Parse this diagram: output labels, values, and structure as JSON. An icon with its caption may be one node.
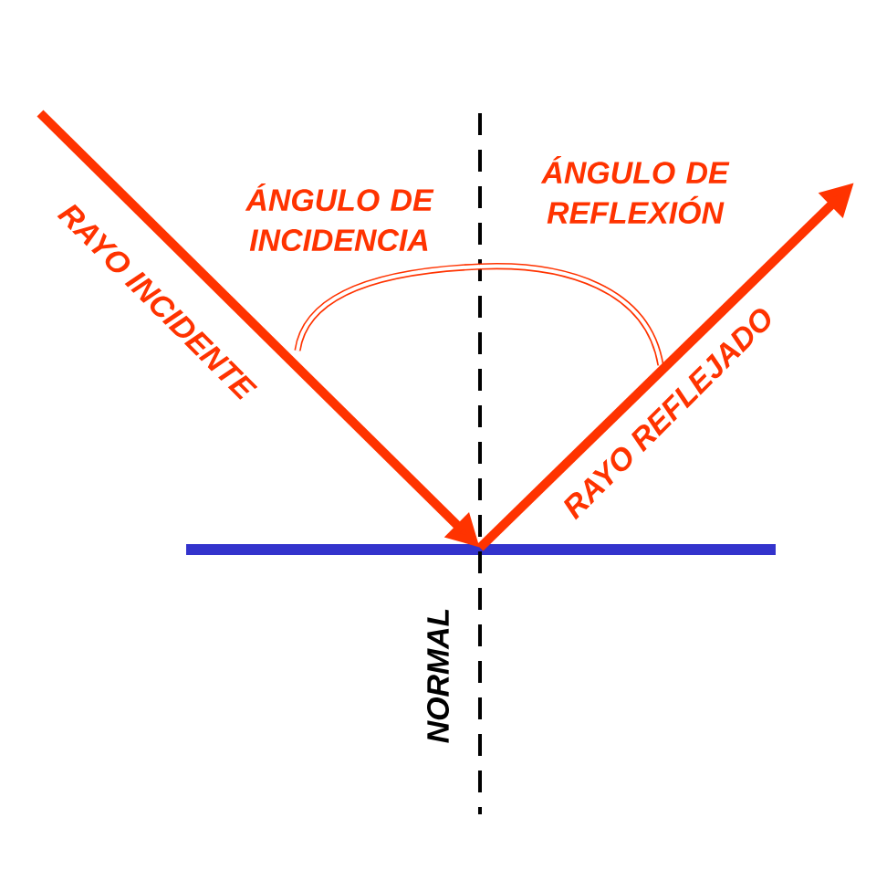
{
  "diagram": {
    "labels": [
      "ÁNGULO DE INCIDENCIA",
      "ÁNGULO DE REFLEXIÓN",
      "RAYO INCIDENTE",
      "RAYO REFLEJADO",
      "NORMAL"
    ]
  }
}
